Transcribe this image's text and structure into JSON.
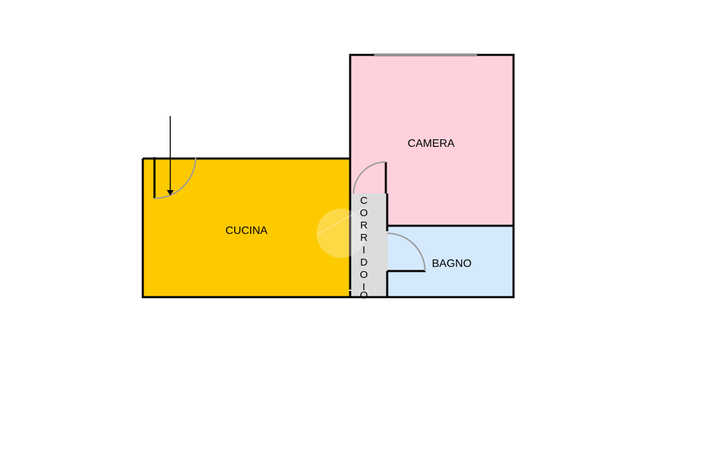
{
  "rooms": {
    "cucina": {
      "label": "CUCINA",
      "color": "#fdca00"
    },
    "camera": {
      "label": "CAMERA",
      "color": "#ffd1dc"
    },
    "bagno": {
      "label": "BAGNO",
      "color": "#d4e9fb"
    },
    "corridoio": {
      "label": "CORRIDOIO",
      "letters": [
        "C",
        "O",
        "R",
        "R",
        "I",
        "D",
        "O",
        "I",
        "O"
      ],
      "color": "#dcdcdc"
    }
  },
  "colors": {
    "wall": "#000000",
    "door": "#9a9a9a",
    "background": "#ffffff"
  },
  "icons": {
    "entrance": "entrance-arrow-icon",
    "watermark": "watermark-logo-icon"
  }
}
